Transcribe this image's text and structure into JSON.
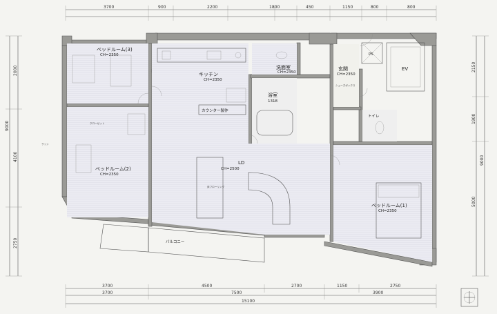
{
  "dimensions": {
    "top": [
      "3700",
      "900",
      "2200",
      "1800",
      "450",
      "1150",
      "800",
      "800"
    ],
    "bottom_row1": [
      "3700",
      "4500",
      "2700",
      "1150",
      "2750"
    ],
    "bottom_row2": [
      "3700",
      "7500",
      "3900"
    ],
    "bottom_total": "15100",
    "left": [
      "2000",
      "4100",
      "2750"
    ],
    "left_total": "9000",
    "right": [
      "2150",
      "1900",
      "5000"
    ],
    "right_total": "9000"
  },
  "rooms": {
    "bedroom3": "ベッドルーム(3)",
    "bedroom3_area": "CH=2350",
    "bedroom2": "ベッドルーム(2)",
    "bedroom2_area": "CH=2350",
    "kitchen": "キッチン",
    "kitchen_area": "CH=2350",
    "ld": "LD",
    "ld_area": "CH=2500",
    "bath": "浴室",
    "bath_area": "1318",
    "washroom": "洗面室",
    "washroom_area": "CH=2350",
    "entrance": "玄関",
    "entrance_area": "CH=2350",
    "bedroom1": "ベッドルーム(1)",
    "bedroom1_area": "CH=2350",
    "balcony": "バルコニー",
    "counter": "カウンター製作",
    "ev": "EV",
    "ps": "PS",
    "toilet": "トイレ"
  },
  "notes": {
    "sash_left": "サッシ",
    "flooring": "床フローリング",
    "closet": "クローゼット",
    "shoe": "シューズボックス"
  },
  "icons": {
    "north": "north-arrow-icon"
  }
}
